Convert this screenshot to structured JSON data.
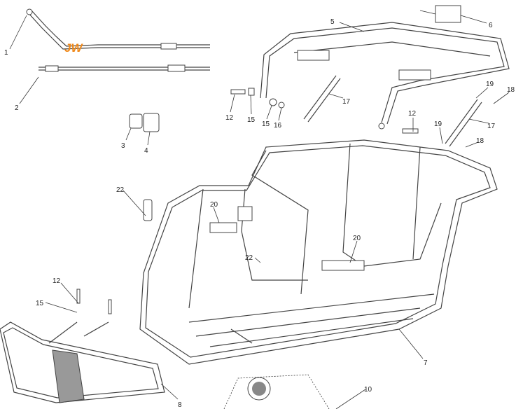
{
  "logo": "JW",
  "callouts": [
    "1",
    "2",
    "3",
    "4",
    "5",
    "6",
    "7",
    "8",
    "10",
    "12",
    "15",
    "15",
    "16",
    "17",
    "12",
    "19",
    "18",
    "19",
    "17",
    "18",
    "22",
    "20",
    "22",
    "20",
    "12",
    "15"
  ]
}
